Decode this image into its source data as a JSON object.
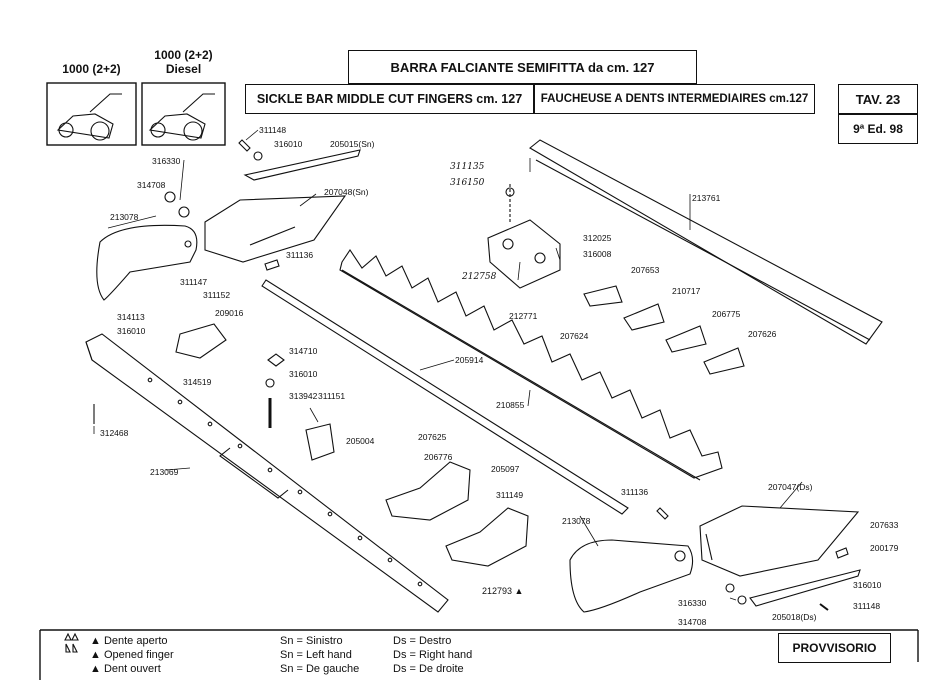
{
  "header": {
    "title_it": "BARRA FALCIANTE SEMIFITTA da cm. 127",
    "title_en": "SICKLE BAR MIDDLE CUT FINGERS cm. 127",
    "title_fr": "FAUCHEUSE A DENTS INTERMEDIAIRES cm.127",
    "table": "TAV. 23",
    "edition": "9ª Ed. 98",
    "models": [
      {
        "line1": "1000 (2+2)",
        "line2": ""
      },
      {
        "line1": "1000 (2+2)",
        "line2": "Diesel"
      }
    ]
  },
  "parts": {
    "p311148a": "311148",
    "p316010a": "316010",
    "p205015": "205015(Sn)",
    "p316330a": "316330",
    "p314708a": "314708",
    "p207048": "207048(Sn)",
    "p213078a": "213078",
    "p311136a": "311136",
    "p311135": "311135",
    "p316150": "316150",
    "p213761": "213761",
    "p312025": "312025",
    "p316008": "316008",
    "p212758": "212758",
    "p207653": "207653",
    "p210717": "210717",
    "p212771": "212771",
    "p207624": "207624",
    "p206775": "206775",
    "p207626": "207626",
    "p311147": "311147",
    "p311152": "311152",
    "p209016": "209016",
    "p314113": "314113",
    "p316010b": "316010",
    "p314519": "314519",
    "p314710": "314710",
    "p316010c": "316010",
    "p313942": "313942",
    "p205914": "205914",
    "p210855": "210855",
    "p311151": "311151",
    "p205004": "205004",
    "p312468": "312468",
    "p213069": "213069",
    "p207625": "207625",
    "p206776": "206776",
    "p205097": "205097",
    "p311149": "311149",
    "p311136b": "311136",
    "p207047": "207047(Ds)",
    "p213078b": "213078",
    "p207633": "207633",
    "p200179": "200179",
    "p316010d": "316010",
    "p311148b": "311148",
    "p316330b": "316330",
    "p205018": "205018(Ds)",
    "p314708b": "314708",
    "p212793": "212793 ▲"
  },
  "legend": {
    "col1": [
      "▲ Dente aperto",
      "▲ Opened finger",
      "▲ Dent ouvert"
    ],
    "col2": [
      "Sn = Sinistro",
      "Sn = Left hand",
      "Sn = De gauche"
    ],
    "col3": [
      "Ds = Destro",
      "Ds = Right hand",
      "Ds = De droite"
    ]
  },
  "status": "PROVVISORIO"
}
